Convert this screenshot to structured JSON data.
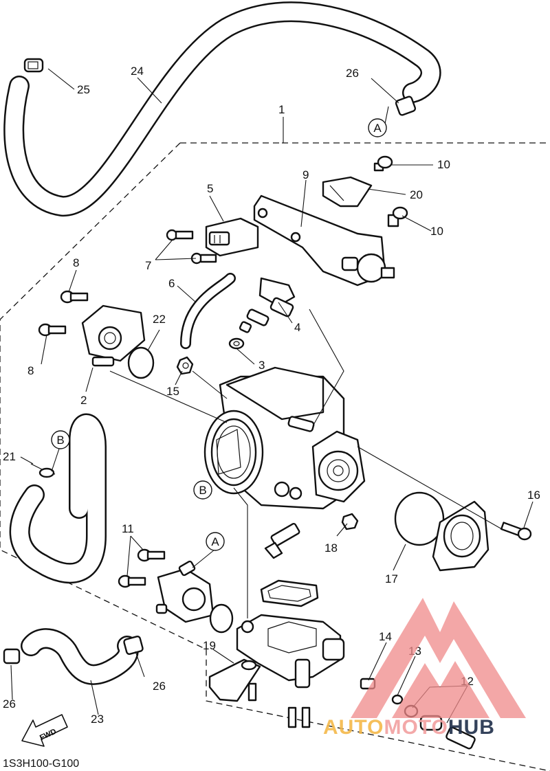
{
  "diagram": {
    "part_code": "1S3H100-G100",
    "fwd_label": "FWD",
    "callouts": [
      "1",
      "2",
      "3",
      "4",
      "5",
      "6",
      "7",
      "8",
      "8",
      "9",
      "10",
      "10",
      "11",
      "12",
      "13",
      "14",
      "15",
      "16",
      "17",
      "18",
      "19",
      "20",
      "21",
      "22",
      "23",
      "24",
      "25",
      "26",
      "26",
      "26"
    ],
    "circle_refs": [
      "A",
      "A",
      "B",
      "B"
    ]
  },
  "watermark": {
    "left": "AUTO",
    "mid": "MOTO",
    "right": "HUB",
    "color_left": "#F4B94A",
    "color_mid": "#F2A0A0",
    "color_right": "#1F2E4A",
    "logo_color": "#F08A8A"
  }
}
